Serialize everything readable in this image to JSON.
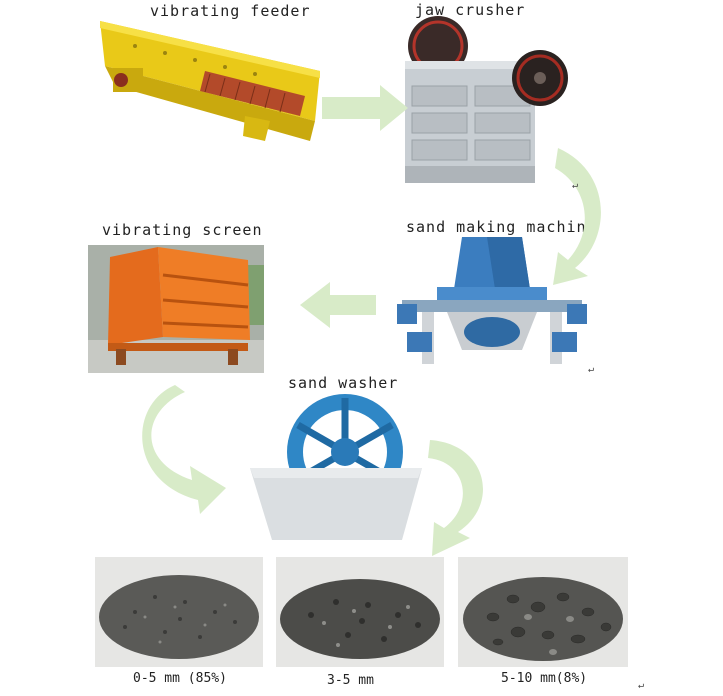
{
  "stages": {
    "vibrating_feeder": "vibrating feeder",
    "jaw_crusher": "jaw crusher",
    "sand_making_machine": "sand making machine",
    "vibrating_screen": "vibrating screen",
    "sand_washer": "sand washer"
  },
  "products": [
    {
      "label": "0-5 mm (85%)"
    },
    {
      "label": "3-5 mm"
    },
    {
      "label": "5-10 mm(8%)"
    }
  ],
  "return_mark": "↵",
  "colors": {
    "arrow": "#d8ebc8",
    "feeder": "#f2d51e",
    "crusher_body": "#c7cdd2",
    "sand_maker": "#3d7fc0",
    "screen": "#e36a1c",
    "washer_wheel": "#2f87c6",
    "washer_tank": "#d9dde0",
    "gravel": "#4a4a48"
  }
}
